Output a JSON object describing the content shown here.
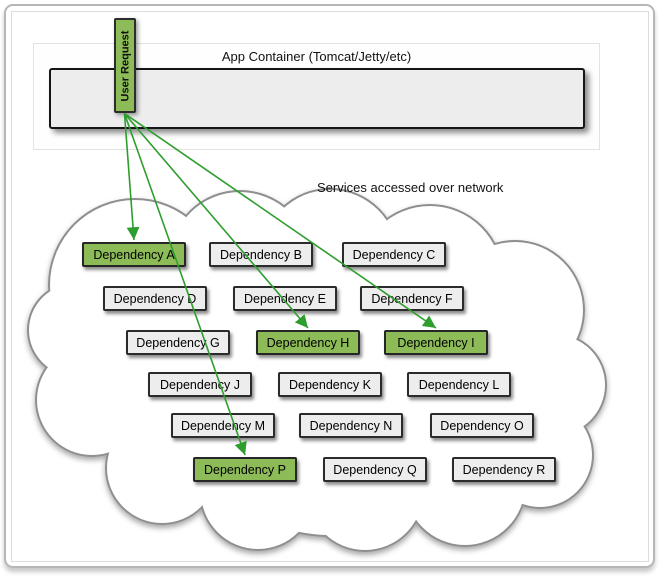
{
  "app_container": {
    "title": "App Container (Tomcat/Jetty/etc)"
  },
  "user_request": {
    "label": "User Request"
  },
  "network": {
    "label": "Services accessed over network"
  },
  "dependencies": [
    {
      "label": "Dependency A",
      "highlighted": true
    },
    {
      "label": "Dependency B",
      "highlighted": false
    },
    {
      "label": "Dependency C",
      "highlighted": false
    },
    {
      "label": "Dependency D",
      "highlighted": false
    },
    {
      "label": "Dependency E",
      "highlighted": false
    },
    {
      "label": "Dependency F",
      "highlighted": false
    },
    {
      "label": "Dependency G",
      "highlighted": false
    },
    {
      "label": "Dependency H",
      "highlighted": true
    },
    {
      "label": "Dependency I",
      "highlighted": true
    },
    {
      "label": "Dependency J",
      "highlighted": false
    },
    {
      "label": "Dependency K",
      "highlighted": false
    },
    {
      "label": "Dependency L",
      "highlighted": false
    },
    {
      "label": "Dependency M",
      "highlighted": false
    },
    {
      "label": "Dependency N",
      "highlighted": false
    },
    {
      "label": "Dependency O",
      "highlighted": false
    },
    {
      "label": "Dependency P",
      "highlighted": true
    },
    {
      "label": "Dependency Q",
      "highlighted": false
    },
    {
      "label": "Dependency R",
      "highlighted": false
    }
  ],
  "arrows": {
    "from": "User Request",
    "targets": [
      "Dependency A",
      "Dependency H",
      "Dependency I",
      "Dependency P"
    ]
  },
  "colors": {
    "highlight_fill": "#8cbb57",
    "arrow_green": "#2e9e2e",
    "box_fill": "#ededed",
    "box_border": "#2b2b2b"
  }
}
